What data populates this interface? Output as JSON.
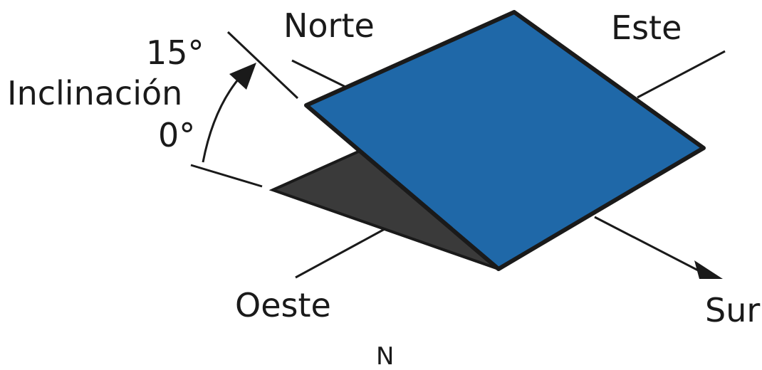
{
  "labels": {
    "norte": "Norte",
    "este": "Este",
    "oeste": "Oeste",
    "sur": "Sur",
    "tilt_angle": "15°",
    "tilt_title": "Inclinación",
    "zero_angle": "0°",
    "compass_n": "N"
  },
  "colors": {
    "panel_blue": "#1f68a8",
    "shadow": "#3a3a3a",
    "lines": "#1a1a1a",
    "background": "#ffffff"
  }
}
